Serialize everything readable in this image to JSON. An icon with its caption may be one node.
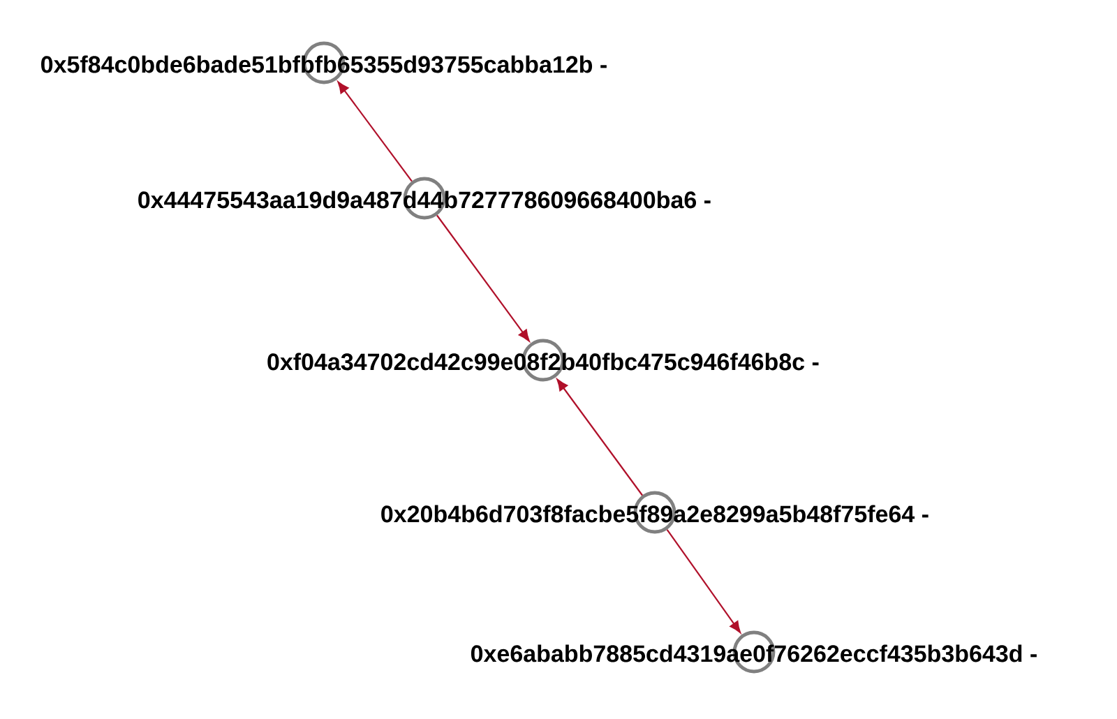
{
  "diagram": {
    "nodes": [
      {
        "text": [
          "0x5f84c0bde6bade51bfbfb65355d93755cabba12b -"
        ]
      },
      {
        "text": [
          "0x44475543aa19d9a487d44b727778609668400ba6 -"
        ]
      },
      {
        "text": [
          "0xf04a34702cd42c99e08f2b40fbc475c946f46b8c -"
        ]
      },
      {
        "text": [
          "0x20b4b6d703f8facbe5f89a2e8299a5b48f75fe64 -"
        ]
      },
      {
        "text": [
          "0xe6ababb7885cd4319ae0f76262eccf435b3b643d -"
        ]
      }
    ],
    "edges": [
      {
        "from": 1,
        "to": 0,
        "arrow": "to"
      },
      {
        "from": 1,
        "to": 2,
        "arrow": "to"
      },
      {
        "from": 3,
        "to": 2,
        "arrow": "to"
      },
      {
        "from": 3,
        "to": 4,
        "arrow": "to"
      }
    ]
  }
}
